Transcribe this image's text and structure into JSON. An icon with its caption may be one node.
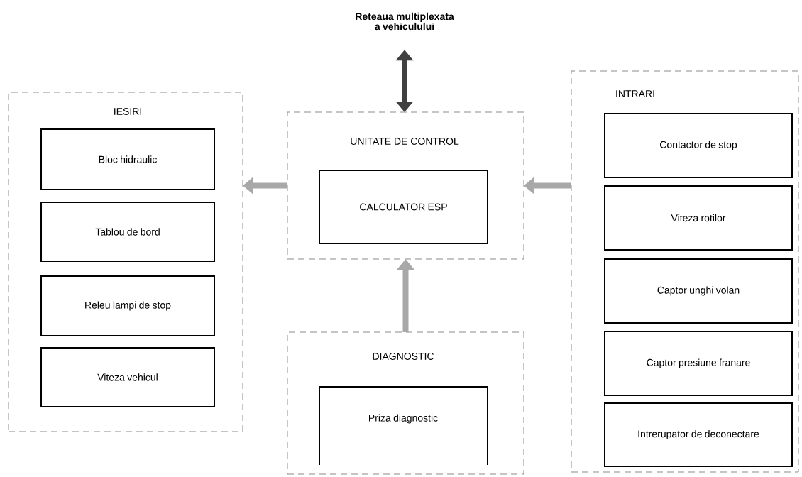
{
  "diagram": {
    "nodes": [
      {
        "text": [
          "Reteaua multiplexata a vehiculului"
        ]
      },
      {
        "text": [
          "IESIRI"
        ]
      },
      {
        "text": [
          "Bloc hidraulic"
        ],
        "in": 1
      },
      {
        "text": [
          "Tablou de bord"
        ],
        "in": 1
      },
      {
        "text": [
          "Releu lampi de stop"
        ],
        "in": 1
      },
      {
        "text": [
          "Viteza vehicul"
        ],
        "in": 1
      },
      {
        "text": [
          "UNITATE DE CONTROL"
        ]
      },
      {
        "text": [
          "CALCULATOR ESP"
        ],
        "in": 6
      },
      {
        "text": [
          "INTRARI"
        ]
      },
      {
        "text": [
          "Contactor de stop"
        ],
        "in": 8
      },
      {
        "text": [
          "Viteza rotilor"
        ],
        "in": 8
      },
      {
        "text": [
          "Captor unghi volan"
        ],
        "in": 8
      },
      {
        "text": [
          "Captor presiune franare"
        ],
        "in": 8
      },
      {
        "text": [
          "Intrerupator de deconectare"
        ],
        "in": 8
      },
      {
        "text": [
          "DIAGNOSTIC"
        ]
      },
      {
        "text": [
          "Priza diagnostic"
        ],
        "in": 14
      }
    ],
    "edges": [
      {
        "from": 0,
        "to": 6,
        "arrow": "both",
        "color": "#404040"
      },
      {
        "from": 6,
        "to": 1,
        "arrow": "to"
      },
      {
        "from": 8,
        "to": 6,
        "arrow": "to"
      },
      {
        "from": 14,
        "to": 6,
        "arrow": "to"
      }
    ]
  }
}
